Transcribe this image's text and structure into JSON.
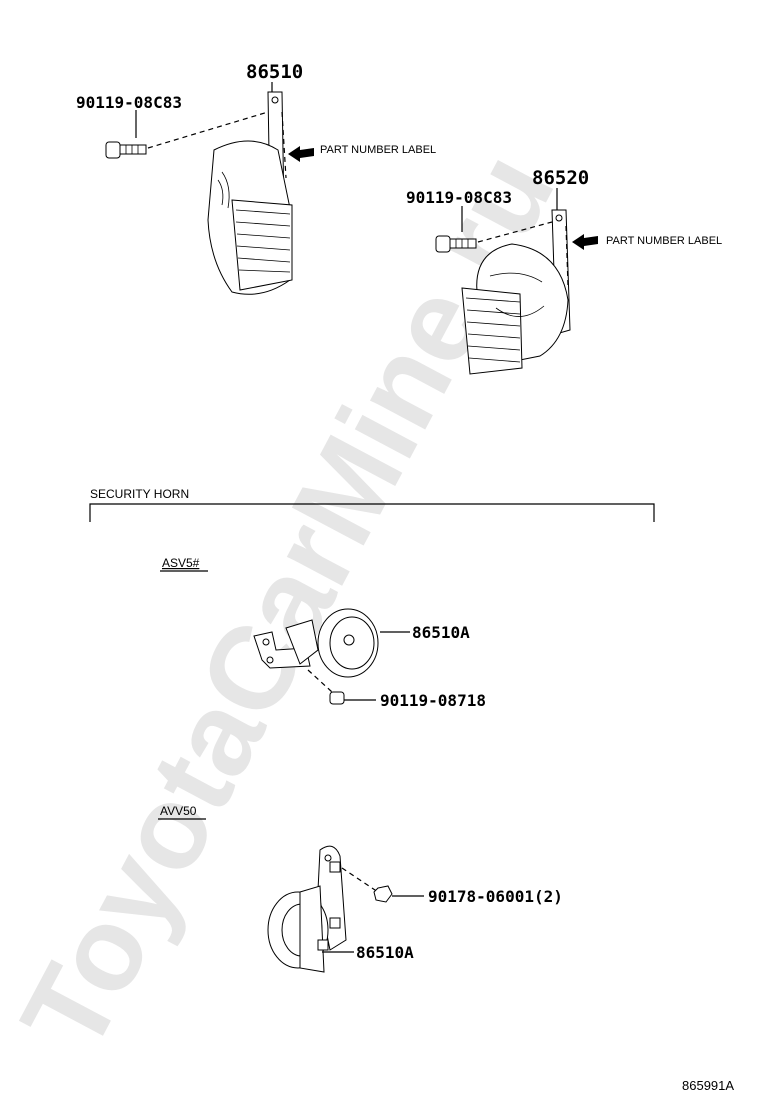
{
  "watermark": "ToyotaCarMine.ru",
  "top": {
    "horn_left": {
      "part_no": "86510",
      "bolt_no": "90119-08C83",
      "label_note": "PART NUMBER LABEL"
    },
    "horn_right": {
      "part_no": "86520",
      "bolt_no": "90119-08C83",
      "label_note": "PART NUMBER LABEL"
    }
  },
  "security_horn": {
    "title": "SECURITY HORN",
    "asv": {
      "model": "ASV5#",
      "horn_no": "86510A",
      "bolt_no": "90119-08718"
    },
    "avv": {
      "model": "AVV50",
      "nut_no": "90178-06001(2)",
      "horn_no": "86510A"
    }
  },
  "diagram_id": "865991A"
}
